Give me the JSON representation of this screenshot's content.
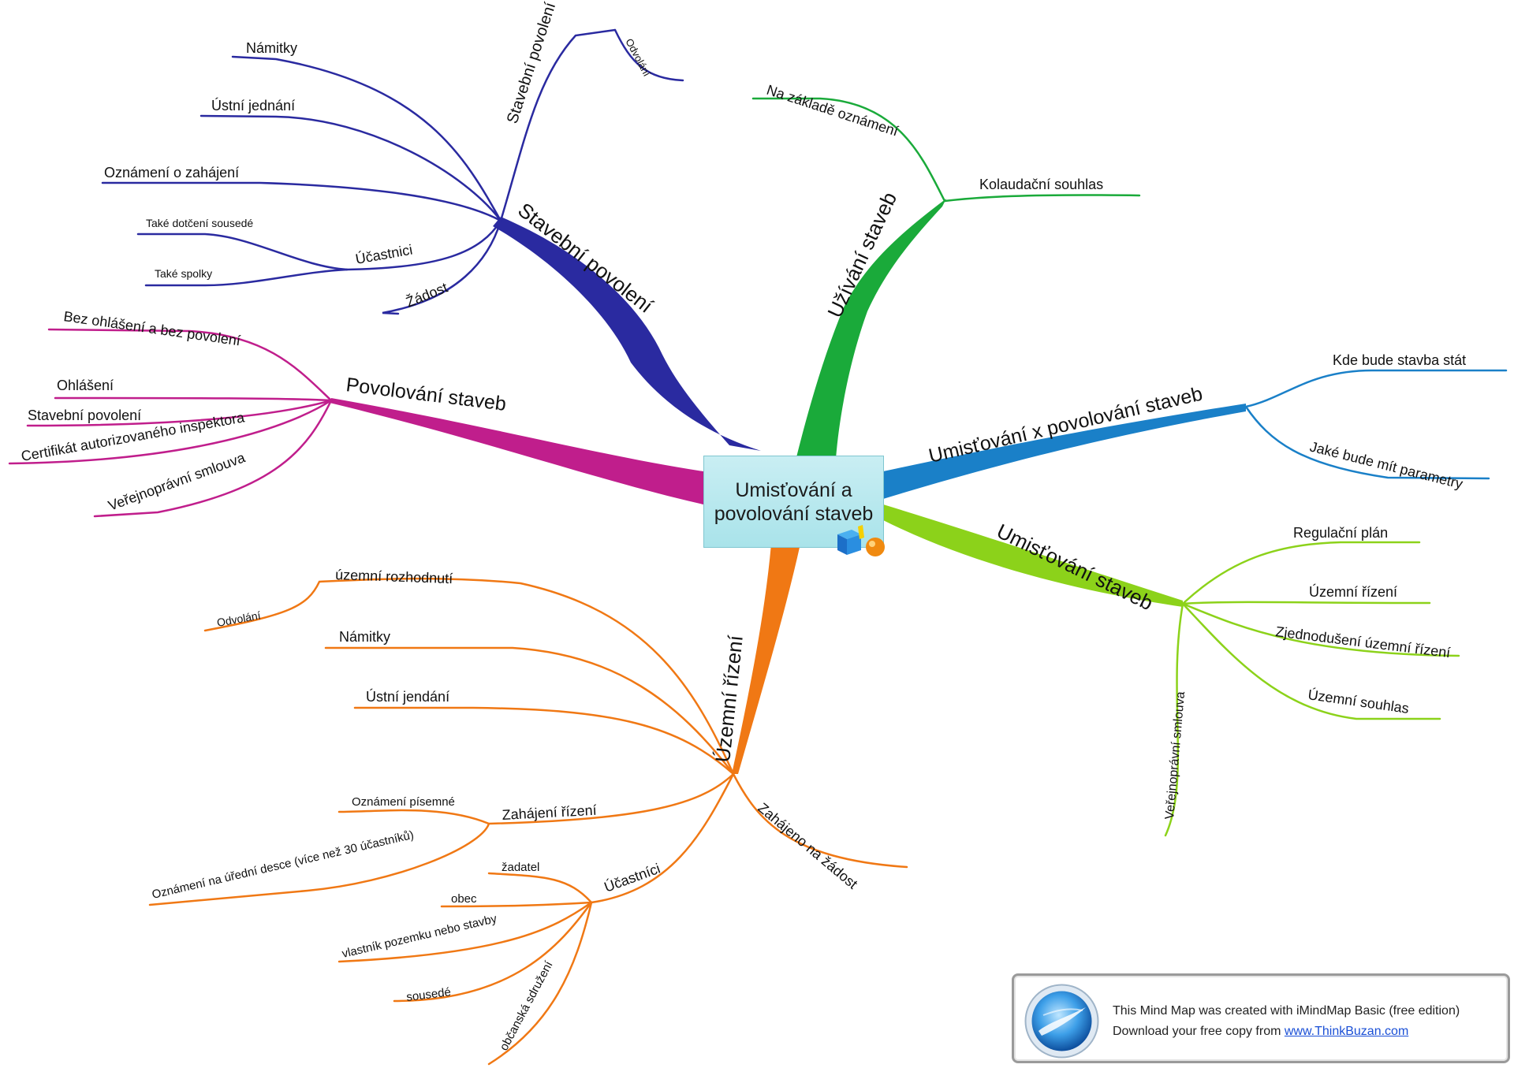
{
  "center": {
    "line1": "Umisťování a",
    "line2": "povolování staveb"
  },
  "colors": {
    "stavebni": "#2a2aa0",
    "uzivani": "#1aaa3a",
    "umistovani_x": "#1a80c8",
    "umistovani": "#8cd21a",
    "uzemni": "#f07814",
    "povolovani": "#c01e8c",
    "center_box": "#b5e7ee"
  },
  "branches": {
    "stavebni_povoleni": {
      "label": "Stavební povolení",
      "children": {
        "stavebni_povoleni_sub": "Stavební povolení",
        "odvolani": "Odvolání",
        "namitky": "Námitky",
        "ustni_jednani": "Ústní jednání",
        "oznameni_o_zahajeni": "Oznámení o zahájení",
        "ucastnici": "Účastnici",
        "take_dotceni": "Také dotčení sousedé",
        "take_spolky": "Také spolky",
        "zadost": "Žádost"
      }
    },
    "uzivani_staveb": {
      "label": "Užívání staveb",
      "children": {
        "na_zaklade": "Na základě oznámení",
        "kolaudacni": "Kolaudační souhlas"
      }
    },
    "umistovani_x_povolovani": {
      "label": "Umisťování x povolování staveb",
      "children": {
        "kde_bude": "Kde bude stavba stát",
        "jake_bude": "Jaké bude mít parametry"
      }
    },
    "umistovani_staveb": {
      "label": "Umisťování staveb",
      "children": {
        "regulacni": "Regulační plán",
        "uzemni_rizeni": "Územní řízení",
        "zjednoduseni": "Zjednodušení územní řízení",
        "uzemni_souhlas": "Územní souhlas",
        "verejnopravni": "Veřejnoprávní smlouva"
      }
    },
    "uzemni_rizeni": {
      "label": "Územní řízení",
      "children": {
        "uzemni_rozhodnuti": "územní rozhodnutí",
        "odvolani": "Odvolání",
        "namitky": "Námitky",
        "ustni_jendani": "Ústní jendání",
        "zahajeni_rizeni": "Zahájení řízení",
        "oznameni_pisemne": "Oznámení písemné",
        "oznameni_na_uredni": "Oznámení na úřední desce (více než 30 účastníků)",
        "zahajeno_na_zadost": "Zahájeno na žádost",
        "ucastnici": "Účastníci",
        "zadatel": "žadatel",
        "obec": "obec",
        "vlastnik": "vlastník pozemku nebo stavby",
        "sousede": "sousedé",
        "obcanska": "občanská sdružení"
      }
    },
    "povolovani_staveb": {
      "label": "Povolování staveb",
      "children": {
        "bez_ohlaseni": "Bez ohlášení a bez povolení",
        "ohlaseni": "Ohlášení",
        "stavebni_povoleni": "Stavební povolení",
        "certifikat": "Certifikát autorizovaného inspektora",
        "verejnopravni": "Veřejnoprávní smlouva"
      }
    }
  },
  "promo": {
    "line1": "This Mind Map was created with iMindMap Basic (free edition)",
    "line2_prefix": "Download your free copy from ",
    "link": "www.ThinkBuzan.com"
  }
}
